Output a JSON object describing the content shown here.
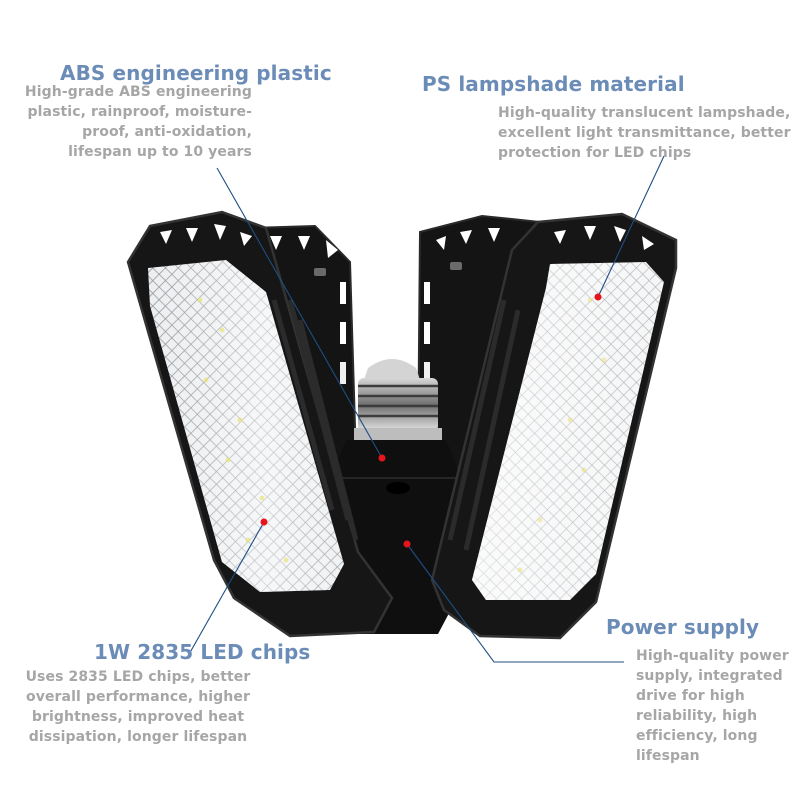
{
  "colors": {
    "title": "#6b8cb7",
    "desc": "#a6a6a6",
    "leader_line": "#1f4e85",
    "marker_dot": "#e8141c",
    "lamp_body": "#141414",
    "lamp_edge": "#2e2e2e",
    "lens": "#e6e8ea",
    "background": "#ffffff"
  },
  "callouts": {
    "abs": {
      "title": "ABS engineering plastic",
      "description": "High-grade ABS engineering plastic, rainproof, moisture-proof, anti-oxidation, lifespan up to 10 years"
    },
    "ps": {
      "title": "PS lampshade material",
      "description": "High-quality translucent lampshade, excellent light transmittance, better protection for LED chips"
    },
    "led": {
      "title": "1W 2835 LED chips",
      "description": "Uses 2835 LED chips, better overall performance, higher brightness, improved heat dissipation, longer lifespan"
    },
    "power": {
      "title": "Power supply",
      "description": "High-quality power supply, integrated drive for high reliability, high efficiency, long lifespan"
    }
  },
  "product": {
    "subject": "deformable LED garage light with four foldable panels and E26/E27 screw base",
    "icons": [
      "lamp-panel-left",
      "lamp-panel-right",
      "lamp-back-panel-left",
      "lamp-back-panel-right",
      "screw-base",
      "center-hub"
    ]
  }
}
